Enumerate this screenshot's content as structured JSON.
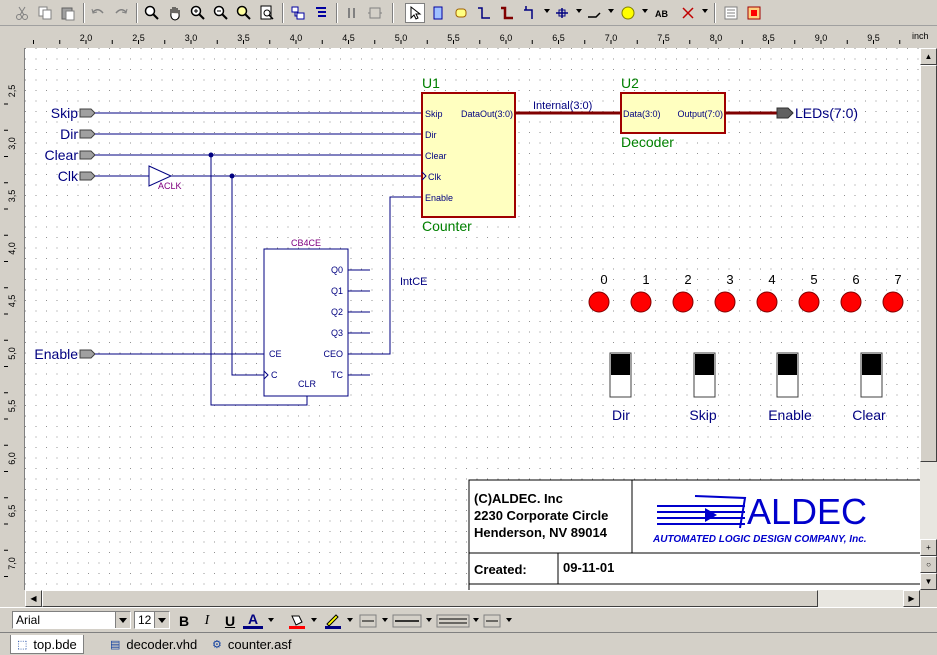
{
  "ruler": {
    "unit": "inch",
    "h_ticks": [
      "2,0",
      "2,5",
      "3,0",
      "3,5",
      "4,0",
      "4,5",
      "5,0",
      "5,5",
      "6,0",
      "6,5",
      "7,0",
      "7,5",
      "8,0",
      "8,5",
      "9,0",
      "9,5"
    ],
    "v_ticks": [
      "2,5",
      "3,0",
      "3,5",
      "4,0",
      "4,5",
      "5,0",
      "5,5",
      "6,0",
      "6,5",
      "7,0"
    ]
  },
  "ports": {
    "inputs": [
      "Skip",
      "Dir",
      "Clear",
      "Clk",
      "Enable"
    ],
    "output": "LEDs(7:0)"
  },
  "buffer": {
    "label": "ACLK"
  },
  "u1": {
    "ref": "U1",
    "name": "Counter",
    "pins_left": [
      "Skip",
      "Dir",
      "Clear",
      "Clk",
      "Enable"
    ],
    "pin_right": "DataOut(3:0)"
  },
  "u2": {
    "ref": "U2",
    "name": "Decoder",
    "pin_left": "Data(3:0)",
    "pin_right": "Output(7:0)"
  },
  "bus_label": "Internal(3:0)",
  "cb4ce": {
    "title": "CB4CE",
    "pins_right": [
      "Q0",
      "Q1",
      "Q2",
      "Q3",
      "CEO",
      "TC"
    ],
    "pins_left": [
      "CE",
      "C"
    ],
    "pin_bottom": "CLR"
  },
  "intce_label": "IntCE",
  "leds": {
    "labels": [
      "0",
      "1",
      "2",
      "3",
      "4",
      "5",
      "6",
      "7"
    ],
    "color": "#ff0000"
  },
  "switches": [
    "Dir",
    "Skip",
    "Enable",
    "Clear"
  ],
  "title_block": {
    "company": "(C)ALDEC. Inc",
    "street": "2230 Corporate Circle",
    "city": "Henderson, NV 89014",
    "logo_text": "ALDEC",
    "tagline": "AUTOMATED LOGIC DESIGN COMPANY, Inc.",
    "created_label": "Created:",
    "created_value": "09-11-01"
  },
  "format": {
    "font": "Arial",
    "size": "12",
    "bold": "B",
    "italic": "I",
    "underline": "U",
    "font_color": "A"
  },
  "tabs": [
    "top.bde",
    "decoder.vhd",
    "counter.asf"
  ],
  "colors": {
    "wire": "#000080",
    "bus": "#800000",
    "symbol_fill": "#ffffc0",
    "symbol_border": "#a00000",
    "label_green": "#008000",
    "port_fill": "#a0a0a0",
    "logo_blue": "#0000cc"
  }
}
